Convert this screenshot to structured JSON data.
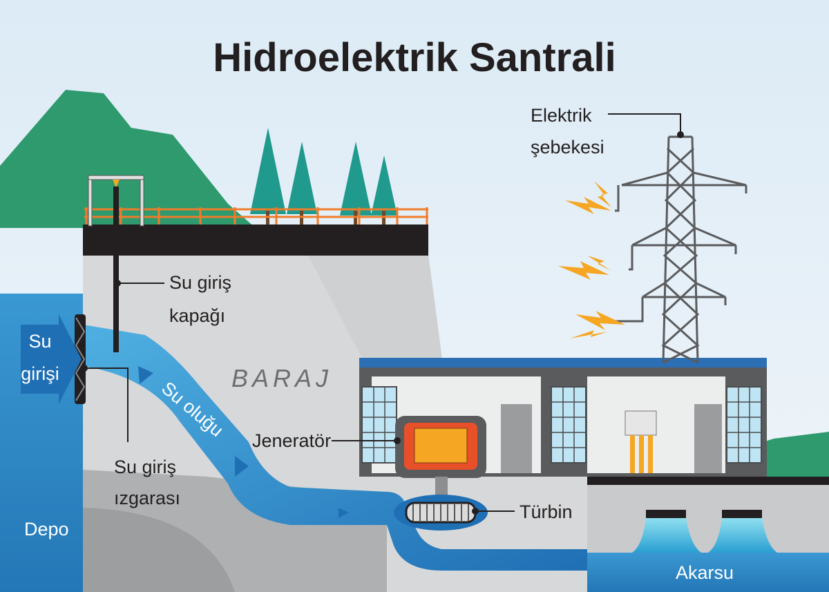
{
  "title": "Hidroelektrik Santrali",
  "labels": {
    "grid_line1": "Elektrik",
    "grid_line2": "şebekesi",
    "gate_line1": "Su giriş",
    "gate_line2": "kapağı",
    "intake_line1": "Su",
    "intake_line2": "girişi",
    "dam": "BARAJ",
    "penstock": "Su oluğu",
    "generator": "Jeneratör",
    "screen_line1": "Su giriş",
    "screen_line2": "ızgarası",
    "turbine": "Türbin",
    "reservoir": "Depo",
    "river": "Akarsu"
  },
  "colors": {
    "water": "#2f8fcb",
    "mountain": "#2e9a6e",
    "tree": "#1f9a8c",
    "concrete": "#d7d8d9",
    "accent": "#f5a623",
    "generator": "#e8502a"
  }
}
